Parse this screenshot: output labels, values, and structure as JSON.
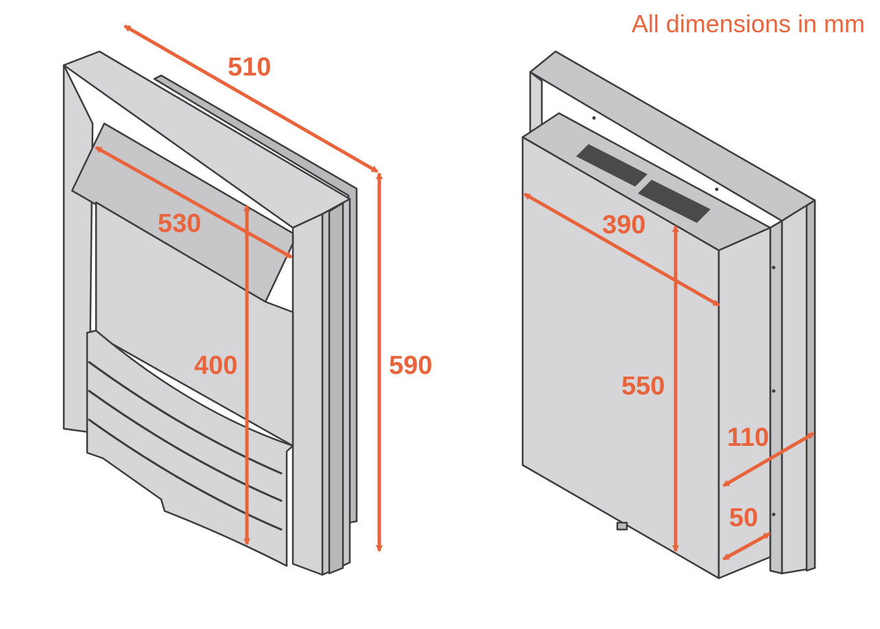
{
  "note": "All dimensions in mm",
  "colors": {
    "accent": "#e8643c",
    "fill_light": "#d6d6d8",
    "fill_mid": "#c7c7c9",
    "fill_dark": "#b9b9bb",
    "outline": "#3d3d3d"
  },
  "front_view": {
    "top_width": "510",
    "inner_width": "530",
    "inner_height": "400",
    "overall_height": "590"
  },
  "side_view": {
    "width": "390",
    "height": "550",
    "depth_overall": "110",
    "depth_frame": "50"
  }
}
